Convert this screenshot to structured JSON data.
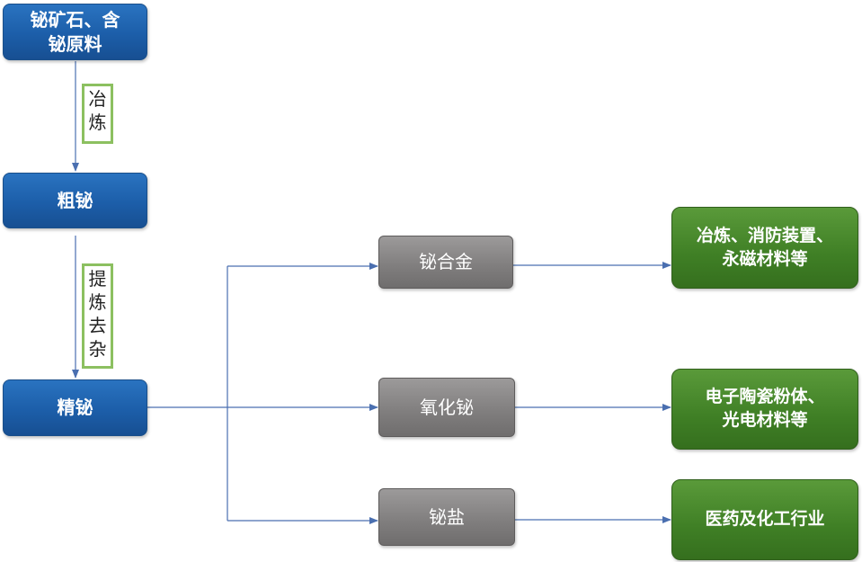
{
  "colors": {
    "source_box": "#1c5ea9",
    "product_box": "#7f7d7d",
    "application_box": "#3f7f25",
    "label_border": "#8cc060",
    "connector": "#4a6fb0"
  },
  "nodes": {
    "raw_material": {
      "line1": "铋矿石、含",
      "line2": "铋原料"
    },
    "crude_bismuth": {
      "text": "粗铋"
    },
    "refined_bismuth": {
      "text": "精铋"
    },
    "bismuth_alloy": {
      "text": "铋合金"
    },
    "bismuth_oxide": {
      "text": "氧化铋"
    },
    "bismuth_salt": {
      "text": "铋盐"
    },
    "app_alloy": {
      "line1": "冶炼、消防装置、",
      "line2": "永磁材料等"
    },
    "app_oxide": {
      "line1": "电子陶瓷粉体、",
      "line2": "光电材料等"
    },
    "app_salt": {
      "text": "医药及化工行业"
    }
  },
  "process_labels": {
    "smelting": [
      "冶",
      "炼"
    ],
    "refining": [
      "提",
      "炼",
      "去",
      "杂"
    ]
  }
}
